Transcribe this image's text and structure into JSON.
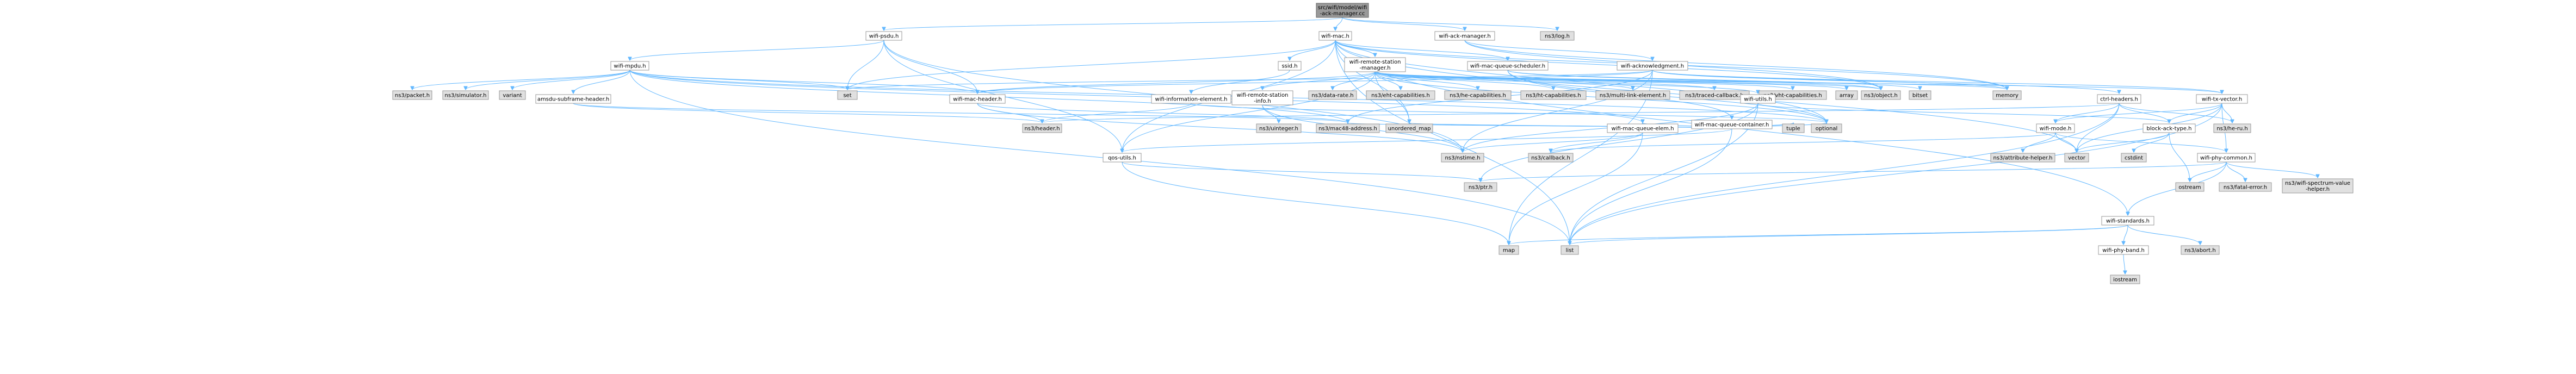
{
  "diagram": {
    "title": "src/wifi/model/wifi-ack-manager.cc",
    "colors": {
      "root_fill": "#999999",
      "node_fill": "#ffffff",
      "system_fill": "#e0e0e0",
      "node_stroke": "#999999",
      "edge": "#63b8ff"
    },
    "nodes": [
      {
        "id": "root",
        "label": [
          "src/wifi/model/wifi",
          "-ack-manager.cc"
        ],
        "kind": "root"
      },
      {
        "id": "wifi_psdu_h",
        "label": [
          "wifi-psdu.h"
        ],
        "kind": "local"
      },
      {
        "id": "wifi_mac_h",
        "label": [
          "wifi-mac.h"
        ],
        "kind": "local"
      },
      {
        "id": "wifi_ack_manager_h",
        "label": [
          "wifi-ack-manager.h"
        ],
        "kind": "local"
      },
      {
        "id": "ns3_log_h",
        "label": [
          "ns3/log.h"
        ],
        "kind": "system"
      },
      {
        "id": "wifi_mpdu_h",
        "label": [
          "wifi-mpdu.h"
        ],
        "kind": "local"
      },
      {
        "id": "ssid_h",
        "label": [
          "ssid.h"
        ],
        "kind": "local"
      },
      {
        "id": "wifi_remote_station_manager_h",
        "label": [
          "wifi-remote-station",
          "-manager.h"
        ],
        "kind": "local"
      },
      {
        "id": "wifi_mac_queue_scheduler_h",
        "label": [
          "wifi-mac-queue-scheduler.h"
        ],
        "kind": "local"
      },
      {
        "id": "wifi_acknowledgment_h",
        "label": [
          "wifi-acknowledgment.h"
        ],
        "kind": "local"
      },
      {
        "id": "ns3_packet_h",
        "label": [
          "ns3/packet.h"
        ],
        "kind": "system"
      },
      {
        "id": "ns3_simulator_h",
        "label": [
          "ns3/simulator.h"
        ],
        "kind": "system"
      },
      {
        "id": "variant",
        "label": [
          "variant"
        ],
        "kind": "system"
      },
      {
        "id": "set",
        "label": [
          "set"
        ],
        "kind": "system"
      },
      {
        "id": "amsdu_subframe_header_h",
        "label": [
          "amsdu-subframe-header.h"
        ],
        "kind": "local"
      },
      {
        "id": "wifi_mac_header_h",
        "label": [
          "wifi-mac-header.h"
        ],
        "kind": "local"
      },
      {
        "id": "wifi_information_element_h",
        "label": [
          "wifi-information-element.h"
        ],
        "kind": "local"
      },
      {
        "id": "wifi_remote_station_info_h",
        "label": [
          "wifi-remote-station",
          "-info.h"
        ],
        "kind": "local"
      },
      {
        "id": "ns3_data_rate_h",
        "label": [
          "ns3/data-rate.h"
        ],
        "kind": "system"
      },
      {
        "id": "ns3_eht_capabilities_h",
        "label": [
          "ns3/eht-capabilities.h"
        ],
        "kind": "system"
      },
      {
        "id": "ns3_he_capabilities_h",
        "label": [
          "ns3/he-capabilities.h"
        ],
        "kind": "system"
      },
      {
        "id": "ns3_ht_capabilities_h",
        "label": [
          "ns3/ht-capabilities.h"
        ],
        "kind": "system"
      },
      {
        "id": "ns3_multi_link_element_h",
        "label": [
          "ns3/multi-link-element.h"
        ],
        "kind": "system"
      },
      {
        "id": "ns3_traced_callback_h",
        "label": [
          "ns3/traced-callback.h"
        ],
        "kind": "system"
      },
      {
        "id": "ns3_vht_capabilities_h",
        "label": [
          "ns3/vht-capabilities.h"
        ],
        "kind": "system"
      },
      {
        "id": "array",
        "label": [
          "array"
        ],
        "kind": "system"
      },
      {
        "id": "wifi_mac_queue_container_h",
        "label": [
          "wifi-mac-queue-container.h"
        ],
        "kind": "local"
      },
      {
        "id": "wifi_utils_h",
        "label": [
          "wifi-utils.h"
        ],
        "kind": "local"
      },
      {
        "id": "ns3_object_h",
        "label": [
          "ns3/object.h"
        ],
        "kind": "system"
      },
      {
        "id": "bitset",
        "label": [
          "bitset"
        ],
        "kind": "system"
      },
      {
        "id": "memory",
        "label": [
          "memory"
        ],
        "kind": "system"
      },
      {
        "id": "ctrl_headers_h",
        "label": [
          "ctrl-headers.h"
        ],
        "kind": "local"
      },
      {
        "id": "wifi_tx_vector_h",
        "label": [
          "wifi-tx-vector.h"
        ],
        "kind": "local"
      },
      {
        "id": "ns3_header_h",
        "label": [
          "ns3/header.h"
        ],
        "kind": "system"
      },
      {
        "id": "ns3_uinteger_h",
        "label": [
          "ns3/uinteger.h"
        ],
        "kind": "system"
      },
      {
        "id": "ns3_mac48_address_h",
        "label": [
          "ns3/mac48-address.h"
        ],
        "kind": "system"
      },
      {
        "id": "unordered_map",
        "label": [
          "unordered_map"
        ],
        "kind": "system"
      },
      {
        "id": "wifi_mac_queue_elem_h",
        "label": [
          "wifi-mac-queue-elem.h"
        ],
        "kind": "local"
      },
      {
        "id": "tuple",
        "label": [
          "tuple"
        ],
        "kind": "system"
      },
      {
        "id": "optional",
        "label": [
          "optional"
        ],
        "kind": "system"
      },
      {
        "id": "wifi_mode_h",
        "label": [
          "wifi-mode.h"
        ],
        "kind": "local"
      },
      {
        "id": "block_ack_type_h",
        "label": [
          "block-ack-type.h"
        ],
        "kind": "local"
      },
      {
        "id": "ns3_he_ru_h",
        "label": [
          "ns3/he-ru.h"
        ],
        "kind": "system"
      },
      {
        "id": "qos_utils_h",
        "label": [
          "qos-utils.h"
        ],
        "kind": "local"
      },
      {
        "id": "ns3_nstime_h",
        "label": [
          "ns3/nstime.h"
        ],
        "kind": "system"
      },
      {
        "id": "ns3_callback_h",
        "label": [
          "ns3/callback.h"
        ],
        "kind": "system"
      },
      {
        "id": "ns3_attribute_helper_h",
        "label": [
          "ns3/attribute-helper.h"
        ],
        "kind": "system"
      },
      {
        "id": "vector",
        "label": [
          "vector"
        ],
        "kind": "system"
      },
      {
        "id": "cstdint",
        "label": [
          "cstdint"
        ],
        "kind": "system"
      },
      {
        "id": "wifi_phy_common_h",
        "label": [
          "wifi-phy-common.h"
        ],
        "kind": "local"
      },
      {
        "id": "ns3_ptr_h",
        "label": [
          "ns3/ptr.h"
        ],
        "kind": "system"
      },
      {
        "id": "ostream",
        "label": [
          "ostream"
        ],
        "kind": "system"
      },
      {
        "id": "ns3_fatal_error_h",
        "label": [
          "ns3/fatal-error.h"
        ],
        "kind": "system"
      },
      {
        "id": "ns3_wifi_spectrum_value_helper_h",
        "label": [
          "ns3/wifi-spectrum-value",
          "-helper.h"
        ],
        "kind": "system"
      },
      {
        "id": "wifi_standards_h",
        "label": [
          "wifi-standards.h"
        ],
        "kind": "local"
      },
      {
        "id": "map",
        "label": [
          "map"
        ],
        "kind": "system"
      },
      {
        "id": "list",
        "label": [
          "list"
        ],
        "kind": "system"
      },
      {
        "id": "wifi_phy_band_h",
        "label": [
          "wifi-phy-band.h"
        ],
        "kind": "local"
      },
      {
        "id": "ns3_abort_h",
        "label": [
          "ns3/abort.h"
        ],
        "kind": "system"
      },
      {
        "id": "iostream",
        "label": [
          "iostream"
        ],
        "kind": "system"
      }
    ],
    "edges": [
      [
        "root",
        "wifi_psdu_h"
      ],
      [
        "root",
        "wifi_mac_h"
      ],
      [
        "root",
        "wifi_ack_manager_h"
      ],
      [
        "root",
        "ns3_log_h"
      ],
      [
        "wifi_psdu_h",
        "wifi_mpdu_h"
      ],
      [
        "wifi_psdu_h",
        "set"
      ],
      [
        "wifi_psdu_h",
        "wifi_mac_header_h"
      ],
      [
        "wifi_psdu_h",
        "qos_utils_h"
      ],
      [
        "wifi_psdu_h",
        "ns3_nstime_h"
      ],
      [
        "wifi_mpdu_h",
        "ns3_packet_h"
      ],
      [
        "wifi_mpdu_h",
        "ns3_simulator_h"
      ],
      [
        "wifi_mpdu_h",
        "variant"
      ],
      [
        "wifi_mpdu_h",
        "set"
      ],
      [
        "wifi_mpdu_h",
        "amsdu_subframe_header_h"
      ],
      [
        "wifi_mpdu_h",
        "wifi_mac_header_h"
      ],
      [
        "wifi_mpdu_h",
        "wifi_mac_queue_elem_h"
      ],
      [
        "wifi_mpdu_h",
        "list"
      ],
      [
        "wifi_mpdu_h",
        "optional"
      ],
      [
        "wifi_mpdu_h",
        "ns3_mac48_address_h"
      ],
      [
        "amsdu_subframe_header_h",
        "ns3_header_h"
      ],
      [
        "amsdu_subframe_header_h",
        "ns3_mac48_address_h"
      ],
      [
        "wifi_mac_header_h",
        "ns3_header_h"
      ],
      [
        "wifi_mac_header_h",
        "ns3_mac48_address_h"
      ],
      [
        "wifi_mac_header_h",
        "ns3_nstime_h"
      ],
      [
        "wifi_mac_h",
        "ssid_h"
      ],
      [
        "wifi_mac_h",
        "wifi_remote_station_manager_h"
      ],
      [
        "wifi_mac_h",
        "wifi_mac_queue_scheduler_h"
      ],
      [
        "wifi_mac_h",
        "wifi_standards_h"
      ],
      [
        "wifi_mac_h",
        "qos_utils_h"
      ],
      [
        "wifi_mac_h",
        "set"
      ],
      [
        "wifi_mac_h",
        "unordered_map"
      ],
      [
        "wifi_mac_h",
        "optional"
      ],
      [
        "wifi_mac_h",
        "list"
      ],
      [
        "wifi_mac_h",
        "memory"
      ],
      [
        "wifi_mac_h",
        "vector"
      ],
      [
        "wifi_mac_h",
        "ns3_object_h"
      ],
      [
        "ssid_h",
        "wifi_information_element_h"
      ],
      [
        "wifi_information_element_h",
        "ns3_header_h"
      ],
      [
        "wifi_information_element_h",
        "optional"
      ],
      [
        "wifi_remote_station_manager_h",
        "wifi_mac_header_h"
      ],
      [
        "wifi_remote_station_manager_h",
        "wifi_remote_station_info_h"
      ],
      [
        "wifi_remote_station_manager_h",
        "wifi_utils_h"
      ],
      [
        "wifi_remote_station_manager_h",
        "ns3_data_rate_h"
      ],
      [
        "wifi_remote_station_manager_h",
        "ns3_eht_capabilities_h"
      ],
      [
        "wifi_remote_station_manager_h",
        "ns3_he_capabilities_h"
      ],
      [
        "wifi_remote_station_manager_h",
        "ns3_ht_capabilities_h"
      ],
      [
        "wifi_remote_station_manager_h",
        "ns3_multi_link_element_h"
      ],
      [
        "wifi_remote_station_manager_h",
        "ns3_traced_callback_h"
      ],
      [
        "wifi_remote_station_manager_h",
        "ns3_vht_capabilities_h"
      ],
      [
        "wifi_remote_station_manager_h",
        "array"
      ],
      [
        "wifi_remote_station_manager_h",
        "ns3_object_h"
      ],
      [
        "wifi_remote_station_manager_h",
        "memory"
      ],
      [
        "wifi_remote_station_manager_h",
        "optional"
      ],
      [
        "wifi_remote_station_manager_h",
        "unordered_map"
      ],
      [
        "wifi_remote_station_manager_h",
        "wifi_tx_vector_h"
      ],
      [
        "wifi_remote_station_manager_h",
        "qos_utils_h"
      ],
      [
        "wifi_remote_station_info_h",
        "ns3_uinteger_h"
      ],
      [
        "wifi_remote_station_info_h",
        "ns3_nstime_h"
      ],
      [
        "wifi_mac_queue_scheduler_h",
        "wifi_mac_queue_container_h"
      ],
      [
        "wifi_mac_queue_scheduler_h",
        "ns3_object_h"
      ],
      [
        "wifi_mac_queue_scheduler_h",
        "bitset"
      ],
      [
        "wifi_mac_queue_scheduler_h",
        "optional"
      ],
      [
        "wifi_mac_queue_container_h",
        "wifi_mac_queue_elem_h"
      ],
      [
        "wifi_mac_queue_container_h",
        "ns3_mac48_address_h"
      ],
      [
        "wifi_mac_queue_container_h",
        "tuple"
      ],
      [
        "wifi_mac_queue_container_h",
        "unordered_map"
      ],
      [
        "wifi_mac_queue_container_h",
        "optional"
      ],
      [
        "wifi_mac_queue_container_h",
        "list"
      ],
      [
        "wifi_mac_queue_container_h",
        "qos_utils_h"
      ],
      [
        "wifi_mac_queue_elem_h",
        "ns3_nstime_h"
      ],
      [
        "wifi_mac_queue_elem_h",
        "ns3_callback_h"
      ],
      [
        "wifi_mac_queue_elem_h",
        "map"
      ],
      [
        "wifi_utils_h",
        "block_ack_type_h"
      ],
      [
        "wifi_utils_h",
        "ns3_ptr_h"
      ],
      [
        "wifi_utils_h",
        "ns3_nstime_h"
      ],
      [
        "wifi_utils_h",
        "list"
      ],
      [
        "wifi_ack_manager_h",
        "wifi_acknowledgment_h"
      ],
      [
        "wifi_ack_manager_h",
        "ns3_object_h"
      ],
      [
        "wifi_ack_manager_h",
        "memory"
      ],
      [
        "wifi_acknowledgment_h",
        "ctrl_headers_h"
      ],
      [
        "wifi_acknowledgment_h",
        "wifi_tx_vector_h"
      ],
      [
        "wifi_acknowledgment_h",
        "wifi_mac_header_h"
      ],
      [
        "wifi_acknowledgment_h",
        "ns3_nstime_h"
      ],
      [
        "wifi_acknowledgment_h",
        "map"
      ],
      [
        "wifi_acknowledgment_h",
        "memory"
      ],
      [
        "wifi_acknowledgment_h",
        "set"
      ],
      [
        "wifi_acknowledgment_h",
        "ns3_mac48_address_h"
      ],
      [
        "ctrl_headers_h",
        "block_ack_type_h"
      ],
      [
        "ctrl_headers_h",
        "ns3_he_ru_h"
      ],
      [
        "ctrl_headers_h",
        "wifi_mode_h"
      ],
      [
        "ctrl_headers_h",
        "ns3_header_h"
      ],
      [
        "ctrl_headers_h",
        "list"
      ],
      [
        "ctrl_headers_h",
        "vector"
      ],
      [
        "wifi_tx_vector_h",
        "wifi_mode_h"
      ],
      [
        "wifi_tx_vector_h",
        "wifi_phy_common_h"
      ],
      [
        "wifi_tx_vector_h",
        "ns3_he_ru_h"
      ],
      [
        "wifi_tx_vector_h",
        "list"
      ],
      [
        "wifi_tx_vector_h",
        "vector"
      ],
      [
        "wifi_tx_vector_h",
        "block_ack_type_h"
      ],
      [
        "block_ack_type_h",
        "cstdint"
      ],
      [
        "block_ack_type_h",
        "ostream"
      ],
      [
        "block_ack_type_h",
        "vector"
      ],
      [
        "wifi_mode_h",
        "wifi_phy_common_h"
      ],
      [
        "wifi_mode_h",
        "ns3_attribute_helper_h"
      ],
      [
        "wifi_mode_h",
        "ns3_callback_h"
      ],
      [
        "wifi_mode_h",
        "vector"
      ],
      [
        "wifi_phy_common_h",
        "wifi_standards_h"
      ],
      [
        "wifi_phy_common_h",
        "ns3_fatal_error_h"
      ],
      [
        "wifi_phy_common_h",
        "ns3_ptr_h"
      ],
      [
        "wifi_phy_common_h",
        "ns3_wifi_spectrum_value_helper_h"
      ],
      [
        "wifi_phy_common_h",
        "ostream"
      ],
      [
        "wifi_standards_h",
        "wifi_phy_band_h"
      ],
      [
        "wifi_standards_h",
        "ns3_abort_h"
      ],
      [
        "wifi_standards_h",
        "list"
      ],
      [
        "wifi_standards_h",
        "map"
      ],
      [
        "wifi_phy_band_h",
        "iostream"
      ],
      [
        "qos_utils_h",
        "ns3_ptr_h"
      ],
      [
        "qos_utils_h",
        "map"
      ]
    ]
  }
}
